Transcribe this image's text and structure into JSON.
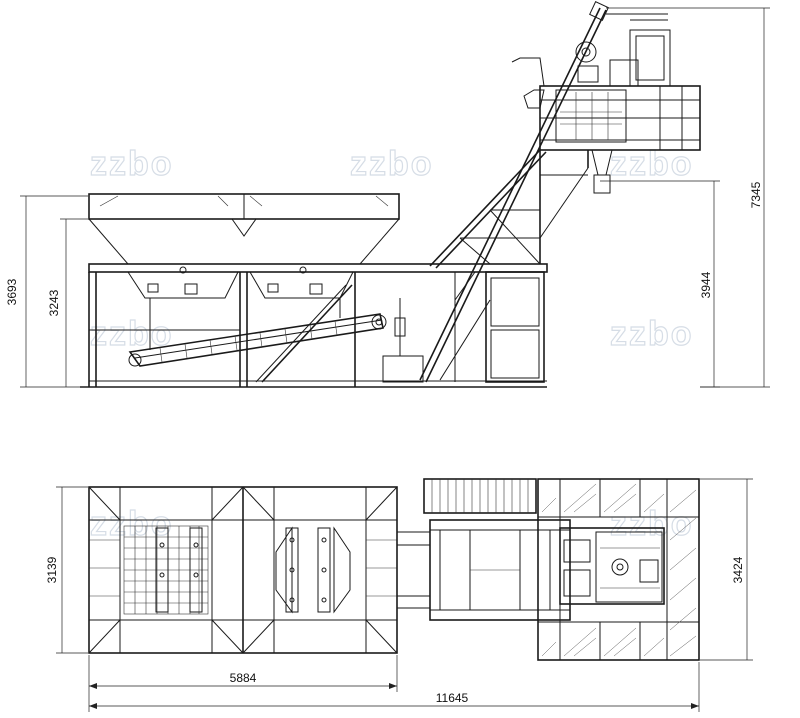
{
  "watermark": {
    "text": "zzbo",
    "color": "#d6dde6"
  },
  "side_view": {
    "dimensions": {
      "overall_height": "3693",
      "hopper_height": "3243",
      "platform_height": "3944",
      "total_height": "7345"
    }
  },
  "top_view": {
    "dimensions": {
      "hopper_width": "3139",
      "mixer_width": "3424",
      "hopper_length": "5884",
      "total_length": "11645"
    }
  },
  "colors": {
    "line": "#1a1a1a",
    "background": "#ffffff"
  }
}
